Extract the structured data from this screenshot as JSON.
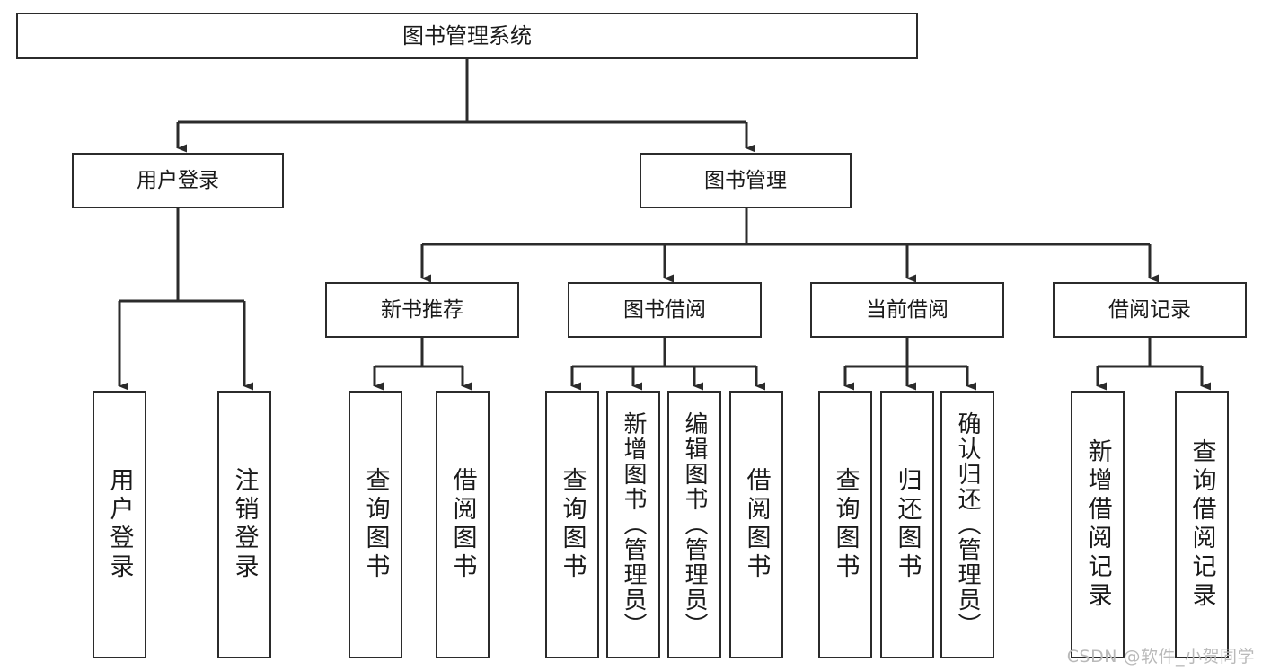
{
  "diagram": {
    "title": "图书管理系统",
    "type": "tree-hierarchy-diagram",
    "colors": {
      "box_border": "#2b2b2b",
      "box_fill": "#ffffff",
      "connector": "#2b2b2b",
      "text": "#1a1a1a",
      "watermark": "#b9b9b9",
      "background": "#ffffff"
    },
    "root": {
      "label": "图书管理系统"
    },
    "level2": [
      {
        "label": "用户登录"
      },
      {
        "label": "图书管理"
      }
    ],
    "level3": [
      {
        "label": "新书推荐"
      },
      {
        "label": "图书借阅"
      },
      {
        "label": "当前借阅"
      },
      {
        "label": "借阅记录"
      }
    ],
    "leaves": [
      {
        "label": "用户登录",
        "parent": "用户登录"
      },
      {
        "label": "注销登录",
        "parent": "用户登录"
      },
      {
        "label": "查询图书",
        "parent": "新书推荐"
      },
      {
        "label": "借阅图书",
        "parent": "新书推荐"
      },
      {
        "label": "查询图书",
        "parent": "图书借阅"
      },
      {
        "label": "新增图书（管理员）",
        "parent": "图书借阅"
      },
      {
        "label": "编辑图书（管理员）",
        "parent": "图书借阅"
      },
      {
        "label": "借阅图书",
        "parent": "图书借阅"
      },
      {
        "label": "查询图书",
        "parent": "当前借阅"
      },
      {
        "label": "归还图书",
        "parent": "当前借阅"
      },
      {
        "label": "确认归还（管理员）",
        "parent": "当前借阅"
      },
      {
        "label": "新增借阅记录",
        "parent": "借阅记录"
      },
      {
        "label": "查询借阅记录",
        "parent": "借阅记录"
      }
    ]
  },
  "watermark": {
    "text": "CSDN @软件_小贺同学"
  }
}
